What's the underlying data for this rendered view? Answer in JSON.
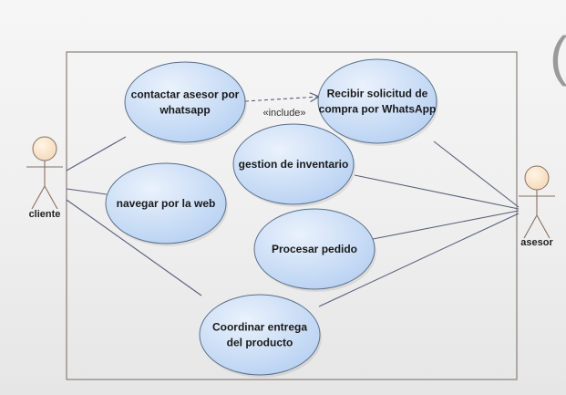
{
  "diagram": {
    "type": "use-case",
    "watermark_glyph": "(",
    "actors": [
      {
        "id": "cliente",
        "label": "cliente"
      },
      {
        "id": "asesor",
        "label": "asesor"
      }
    ],
    "use_cases": [
      {
        "id": "contactar",
        "lines": [
          "contactar asesor por",
          "whatsapp"
        ]
      },
      {
        "id": "recibir",
        "lines": [
          "Recibir solicitud de",
          "compra por WhatsApp"
        ]
      },
      {
        "id": "gestion",
        "lines": [
          "gestion de inventario"
        ]
      },
      {
        "id": "navegar",
        "lines": [
          "navegar por la web"
        ]
      },
      {
        "id": "procesar",
        "lines": [
          "Procesar pedido"
        ]
      },
      {
        "id": "coordinar",
        "lines": [
          "Coordinar entrega",
          "del producto"
        ]
      }
    ],
    "include_relation": {
      "from": "contactar",
      "to": "recibir",
      "label": "«include»"
    },
    "associations": [
      {
        "actor": "cliente",
        "use_case": "contactar"
      },
      {
        "actor": "cliente",
        "use_case": "navegar"
      },
      {
        "actor": "cliente",
        "use_case": "coordinar"
      },
      {
        "actor": "asesor",
        "use_case": "recibir"
      },
      {
        "actor": "asesor",
        "use_case": "gestion"
      },
      {
        "actor": "asesor",
        "use_case": "procesar"
      },
      {
        "actor": "asesor",
        "use_case": "coordinar"
      }
    ],
    "colors": {
      "usecase_fill_light": "#eaf2fc",
      "usecase_fill_dark": "#b7d1f2",
      "usecase_stroke": "#5b6f8a",
      "actor_fill": "#f4d9b8",
      "actor_stroke": "#8a7060",
      "boundary_stroke": "#8c7d7d",
      "line": "#5c5e7a"
    }
  }
}
